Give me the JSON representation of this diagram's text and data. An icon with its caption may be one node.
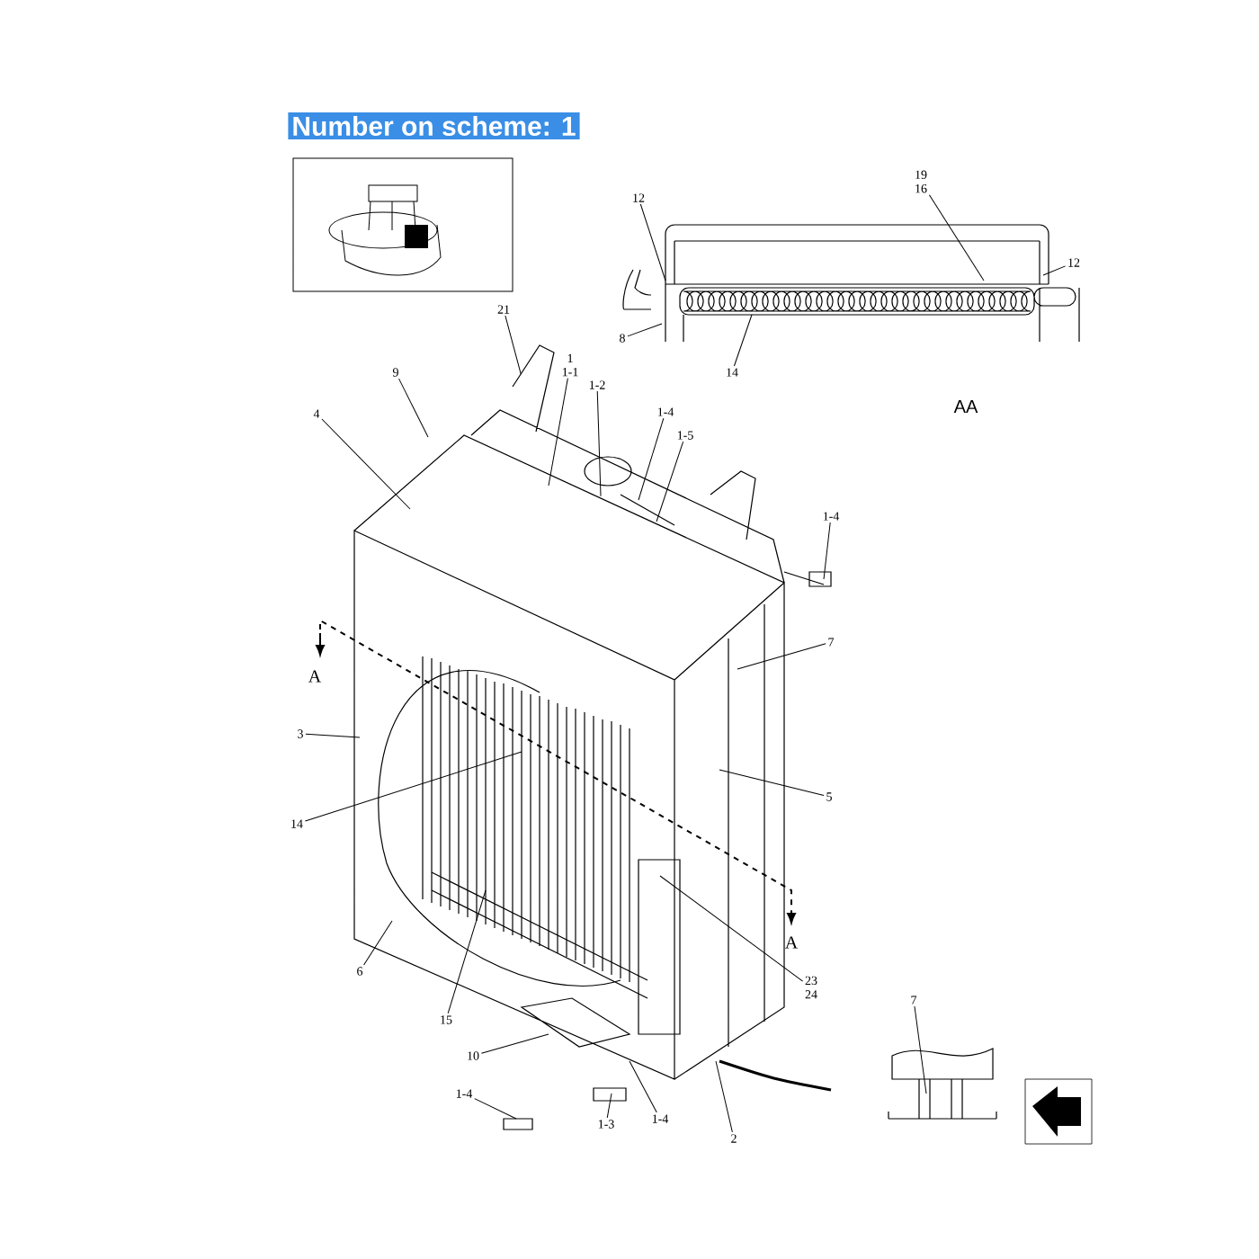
{
  "diagram": {
    "title": "Number on scheme: 1",
    "nodes": [
      {
        "text": [
          "21"
        ]
      },
      {
        "text": [
          "1",
          "1-1"
        ]
      },
      {
        "text": [
          "9"
        ]
      },
      {
        "text": [
          "4"
        ]
      },
      {
        "text": [
          "1-2"
        ]
      },
      {
        "text": [
          "1-4"
        ]
      },
      {
        "text": [
          "1-5"
        ]
      },
      {
        "text": [
          "1-4"
        ]
      },
      {
        "text": [
          "7"
        ]
      },
      {
        "text": [
          "3"
        ]
      },
      {
        "text": [
          "14"
        ]
      },
      {
        "text": [
          "5"
        ]
      },
      {
        "text": [
          "23",
          "24"
        ]
      },
      {
        "text": [
          "6"
        ]
      },
      {
        "text": [
          "15"
        ]
      },
      {
        "text": [
          "10"
        ]
      },
      {
        "text": [
          "1-4"
        ]
      },
      {
        "text": [
          "1-3"
        ]
      },
      {
        "text": [
          "1-4"
        ]
      },
      {
        "text": [
          "2"
        ]
      },
      {
        "text": [
          "12"
        ]
      },
      {
        "text": [
          "19",
          "16"
        ]
      },
      {
        "text": [
          "12"
        ]
      },
      {
        "text": [
          "8"
        ]
      },
      {
        "text": [
          "14"
        ]
      },
      {
        "text": [
          "7"
        ]
      }
    ],
    "edges": [
      {
        "from": 0,
        "to": null,
        "arrow": "none"
      },
      {
        "from": 1,
        "to": null,
        "arrow": "none"
      },
      {
        "from": 2,
        "to": null,
        "arrow": "none"
      },
      {
        "from": 3,
        "to": null,
        "arrow": "none"
      },
      {
        "from": 4,
        "to": null,
        "arrow": "none"
      },
      {
        "from": 5,
        "to": null,
        "arrow": "none"
      },
      {
        "from": 6,
        "to": null,
        "arrow": "none"
      },
      {
        "from": 7,
        "to": null,
        "arrow": "none"
      },
      {
        "from": 8,
        "to": null,
        "arrow": "none"
      },
      {
        "from": 9,
        "to": null,
        "arrow": "none"
      },
      {
        "from": 10,
        "to": null,
        "arrow": "none"
      },
      {
        "from": 11,
        "to": null,
        "arrow": "none"
      },
      {
        "from": 12,
        "to": null,
        "arrow": "none"
      },
      {
        "from": 13,
        "to": null,
        "arrow": "none"
      },
      {
        "from": 14,
        "to": null,
        "arrow": "none"
      },
      {
        "from": 15,
        "to": null,
        "arrow": "none"
      },
      {
        "from": 16,
        "to": null,
        "arrow": "none"
      },
      {
        "from": 17,
        "to": null,
        "arrow": "none"
      },
      {
        "from": 18,
        "to": null,
        "arrow": "none"
      },
      {
        "from": 19,
        "to": null,
        "arrow": "none"
      },
      {
        "from": 20,
        "to": null,
        "arrow": "none"
      },
      {
        "from": 21,
        "to": null,
        "arrow": "none"
      },
      {
        "from": 22,
        "to": null,
        "arrow": "none"
      },
      {
        "from": 23,
        "to": null,
        "arrow": "none"
      },
      {
        "from": 24,
        "to": null,
        "arrow": "none"
      },
      {
        "from": 25,
        "to": null,
        "arrow": "none"
      }
    ],
    "labels": [
      "AA",
      "A",
      "A"
    ]
  }
}
